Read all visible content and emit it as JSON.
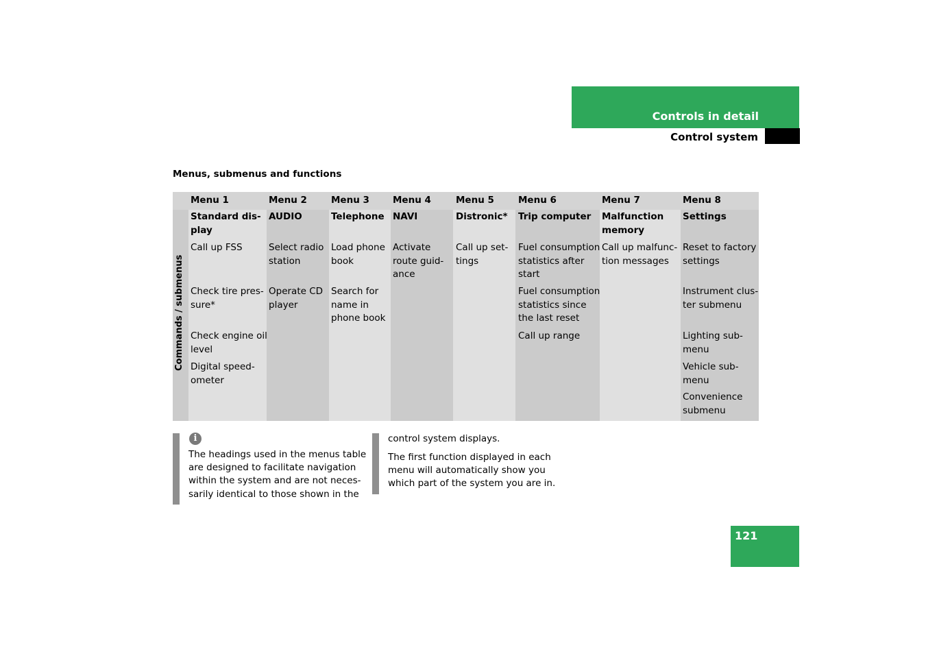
{
  "header": {
    "title": "Controls in detail",
    "subtitle": "Control system"
  },
  "section_title": "Menus, submenus and functions",
  "table": {
    "side_label": "Commands / submenus",
    "headers": [
      "Menu 1",
      "Menu 2",
      "Menu 3",
      "Menu 4",
      "Menu 5",
      "Menu 6",
      "Menu 7",
      "Menu 8"
    ],
    "titles": [
      [
        "Standard dis-",
        "play"
      ],
      [
        "AUDIO"
      ],
      [
        "Telephone"
      ],
      [
        "NAVI"
      ],
      [
        "Distronic*"
      ],
      [
        "Trip computer"
      ],
      [
        "Malfunction",
        "memory"
      ],
      [
        "Settings"
      ]
    ],
    "items": {
      "m1": [
        [
          "Call up FSS"
        ],
        [
          "Check tire pres-",
          "sure*"
        ],
        [
          "Check engine oil",
          "level"
        ],
        [
          "Digital speed-",
          "ometer"
        ]
      ],
      "m2": [
        [
          "Select radio",
          "station"
        ],
        [
          "Operate CD",
          "player"
        ]
      ],
      "m3": [
        [
          "Load phone",
          "book"
        ],
        [
          "Search for",
          "name in",
          "phone book"
        ]
      ],
      "m4": [
        [
          "Activate",
          "route guid-",
          "ance"
        ]
      ],
      "m5": [
        [
          "Call up set-",
          "tings"
        ]
      ],
      "m6": [
        [
          "Fuel consumption",
          "statistics after",
          "start"
        ],
        [
          "Fuel consumption",
          "statistics since",
          "the last reset"
        ],
        [
          "Call up range"
        ]
      ],
      "m7": [
        [
          "Call up malfunc-",
          "tion messages"
        ]
      ],
      "m8": [
        [
          "Reset to factory",
          "settings"
        ],
        [
          "Instrument clus-",
          "ter submenu"
        ],
        [
          "Lighting sub-",
          "menu"
        ],
        [
          "Vehicle sub-",
          "menu"
        ],
        [
          "Convenience",
          "submenu"
        ]
      ]
    }
  },
  "note": {
    "icon": "info-icon",
    "icon_glyph": "i",
    "left": [
      "The headings used in the menus table",
      "are designed to facilitate navigation",
      "within the system and are not neces-",
      "sarily identical to those shown in the"
    ],
    "right_p1": "control system displays.",
    "right_p2": [
      "The first function displayed in each",
      "menu will automatically show you",
      "which part of the system you are in."
    ]
  },
  "page_number": "121",
  "colors": {
    "green": "#2ea85a",
    "light_col": "#e0e0e0",
    "dark_col": "#cbcbcb",
    "header_row": "#d4d4d4"
  }
}
